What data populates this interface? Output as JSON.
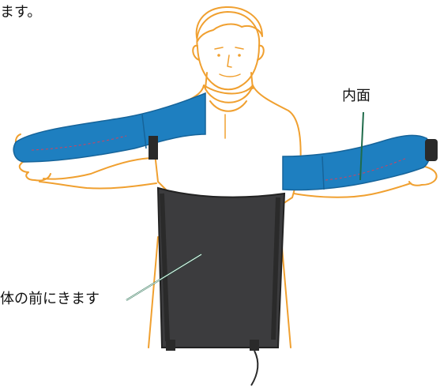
{
  "captions": {
    "top_fragment": "ます。",
    "inner_surface": "内面",
    "front_of_body": "体の前にきます"
  },
  "colors": {
    "outline": "#f0a030",
    "sleeve": "#1e7fc0",
    "sleeve_dark": "#16649a",
    "apron": "#3c3c3e",
    "strap": "#2a2a2a",
    "leader_line": "#1f6b4a",
    "stitch": "#d8405a"
  }
}
